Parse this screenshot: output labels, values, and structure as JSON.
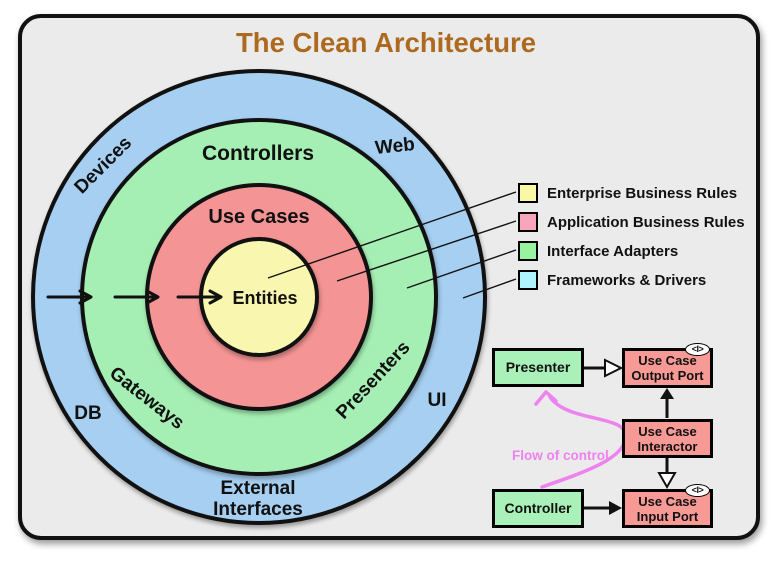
{
  "title": {
    "text": "The Clean Architecture",
    "color": "#ad6a1f"
  },
  "rings": {
    "frameworks_drivers": {
      "color": "#a6cff1",
      "label_devices": "Devices",
      "label_web": "Web",
      "label_db": "DB",
      "label_ui": "UI",
      "label_external_line1": "External",
      "label_external_line2": "Interfaces"
    },
    "interface_adapters": {
      "color": "#a5efb4",
      "label_controllers": "Controllers",
      "label_gateways": "Gateways",
      "label_presenters": "Presenters"
    },
    "application_business_rules": {
      "color": "#f59494",
      "label": "Use Cases"
    },
    "enterprise_business_rules": {
      "color": "#f9f7af",
      "label": "Entities"
    }
  },
  "legend": {
    "items": [
      {
        "label": "Enterprise Business Rules",
        "color": "#f9f9a5"
      },
      {
        "label": "Application Business Rules",
        "color": "#f9a5bc"
      },
      {
        "label": "Interface Adapters",
        "color": "#97f3a0"
      },
      {
        "label": "Frameworks & Drivers",
        "color": "#aff3fb"
      }
    ]
  },
  "flow_diagram": {
    "presenter_label": "Presenter",
    "controller_label": "Controller",
    "output_port_line1": "Use Case",
    "output_port_line2": "Output Port",
    "interactor_line1": "Use Case",
    "interactor_line2": "Interactor",
    "input_port_line1": "Use Case",
    "input_port_line2": "Input Port",
    "interface_badge": "<I>",
    "flow_label": "Flow of control",
    "green_box_color": "#a9f1b9",
    "pink_box_color": "#f79a96",
    "accent_color": "#ee82ee"
  }
}
